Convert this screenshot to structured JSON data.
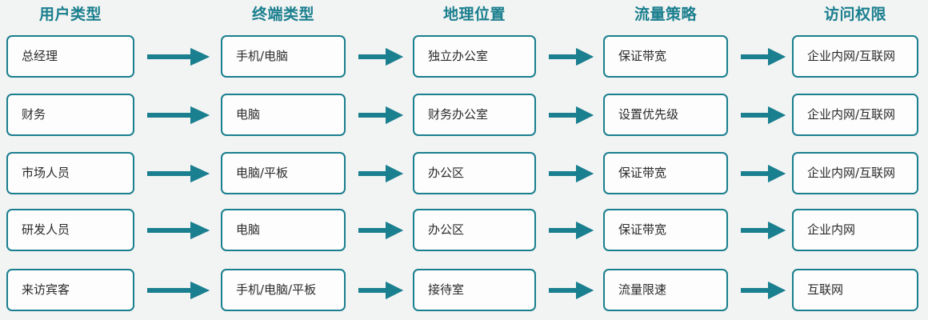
{
  "diagram": {
    "background_color": "#f2f3f3",
    "accent_color": "#1a7f8e",
    "node_fill_color": "#fdfdfd",
    "node_text_color": "#2a2a2a",
    "arrow_icon_name": "right-arrow-icon"
  },
  "columns": [
    {
      "key": "user_type",
      "header": "用户类型"
    },
    {
      "key": "device_type",
      "header": "终端类型"
    },
    {
      "key": "location",
      "header": "地理位置"
    },
    {
      "key": "traffic_policy",
      "header": "流量策略"
    },
    {
      "key": "access_right",
      "header": "访问权限"
    }
  ],
  "rows": [
    {
      "user_type": "总经理",
      "device_type": "手机/电脑",
      "location": "独立办公室",
      "traffic_policy": "保证带宽",
      "access_right": "企业内网/互联网"
    },
    {
      "user_type": "财务",
      "device_type": "电脑",
      "location": "财务办公室",
      "traffic_policy": "设置优先级",
      "access_right": "企业内网/互联网"
    },
    {
      "user_type": "市场人员",
      "device_type": "电脑/平板",
      "location": "办公区",
      "traffic_policy": "保证带宽",
      "access_right": "企业内网/互联网"
    },
    {
      "user_type": "研发人员",
      "device_type": "电脑",
      "location": "办公区",
      "traffic_policy": "保证带宽",
      "access_right": "企业内网"
    },
    {
      "user_type": "来访宾客",
      "device_type": "手机/电脑/平板",
      "location": "接待室",
      "traffic_policy": "流量限速",
      "access_right": "互联网"
    }
  ]
}
